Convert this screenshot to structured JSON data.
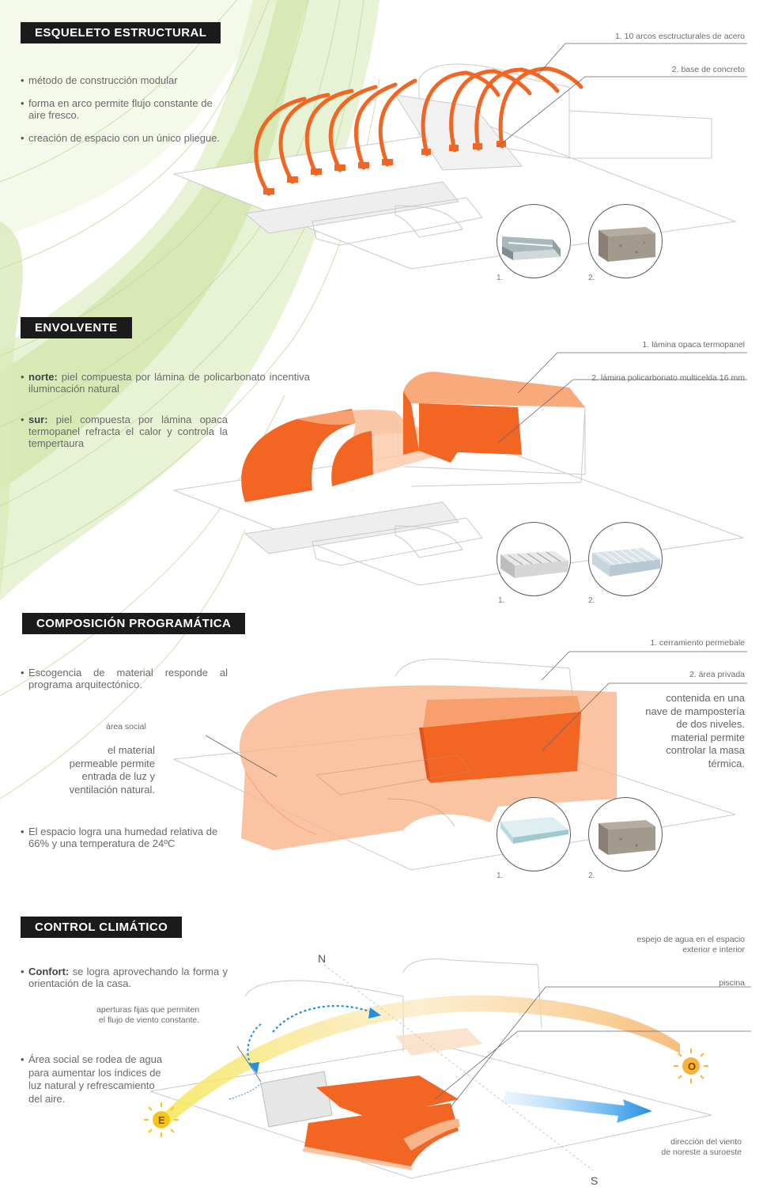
{
  "sections": {
    "esqueleto": {
      "title": "ESQUELETO ESTRUCTURAL",
      "bullets": [
        "método de construcción modular",
        "forma en arco permite flujo constante de aire fresco.",
        "creación de espacio con un único pliegue."
      ],
      "callouts": [
        "1. 10 arcos esctructurales de acero",
        "2. base de concreto"
      ],
      "swatch_labels": [
        "1.",
        "2."
      ]
    },
    "envolvente": {
      "title": "ENVOLVENTE",
      "bullets": [
        {
          "bold": "norte:",
          "text": " piel compuesta por lámina de policarbonato incentiva ilumincación natural"
        },
        {
          "bold": "sur:",
          "text": " piel compuesta por  lámina opaca termopanel refracta el calor y controla la tempertaura"
        }
      ],
      "callouts": [
        "1. lámina opaca termopanel",
        "2. lámina policarbonato multicelda 16 mm"
      ],
      "swatch_labels": [
        "1.",
        "2."
      ]
    },
    "composicion": {
      "title": "COMPOSICIÓN PROGRAMÁTICA",
      "bullets": [
        "Escogencia de material responde al programa arquitectónico.",
        "El espacio logra una humedad relativa de 66% y una temperatura de 24ºC"
      ],
      "callouts": [
        "1. cerramiento permebale",
        "2. área privada",
        "área social"
      ],
      "note_left": "el material\npermeable permite\nentrada de luz y\nventilación natural.",
      "note_right": "contenida en una\nnave de mampostería\nde dos niveles.\nmaterial permite\ncontrolar la masa\ntérmica.",
      "swatch_labels": [
        "1.",
        "2."
      ]
    },
    "control": {
      "title": "CONTROL CLIMÁTICO",
      "bullets": [
        {
          "bold": "Confort:",
          "text": " se logra aprovechando la forma y orientación de la casa."
        },
        {
          "bold": "",
          "text": "Área social se rodea de agua para aumentar los índices de luz natural y refrescamiento del aire."
        }
      ],
      "callouts": {
        "espejo": "espejo de agua en el espacio\nexterior e interior",
        "piscina": "piscina",
        "aperturas": "aperturas fijas que permiten\nel flujo de viento constante.",
        "viento": "dirección del viento\nde noreste a suroeste"
      },
      "compass": {
        "north": "N",
        "south": "S"
      },
      "suns": {
        "east": "E",
        "west": "O"
      }
    }
  },
  "colors": {
    "accent": "#f26522",
    "accent_light": "#f9b48a",
    "header_bg": "#1b1b1b",
    "topo": "#cfe3a6",
    "wind": "#1f8ee5",
    "sun": "#f5c518"
  },
  "icons": [
    "sun-east-icon",
    "sun-west-icon",
    "wind-arrow-icon",
    "steel-profile-swatch",
    "concrete-block-swatch",
    "termopanel-swatch",
    "policarbonato-swatch",
    "glass-swatch"
  ]
}
